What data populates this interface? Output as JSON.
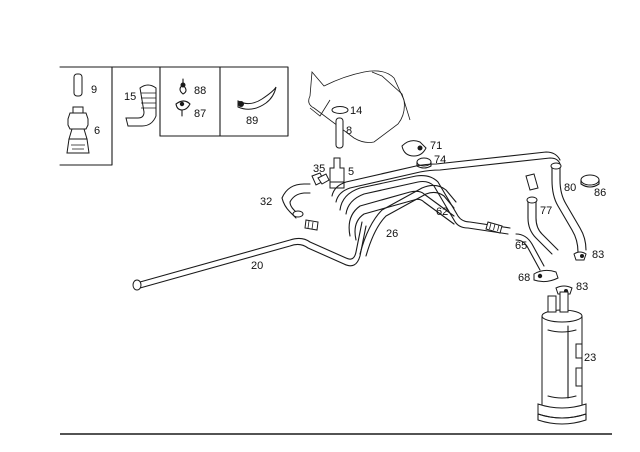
{
  "diagram": {
    "inset_labels": {
      "p9": "9",
      "p6": "6",
      "p15": "15",
      "p88": "88",
      "p87": "87",
      "p89": "89"
    },
    "part_labels": {
      "p14": "14",
      "p8": "8",
      "p71": "71",
      "p74": "74",
      "p35": "35",
      "p5": "5",
      "p32": "32",
      "p62": "62",
      "p26": "26",
      "p20": "20",
      "p80": "80",
      "p86": "86",
      "p77": "77",
      "p65": "65",
      "p83a": "83",
      "p68": "68",
      "p83b": "83",
      "p23": "23"
    }
  }
}
